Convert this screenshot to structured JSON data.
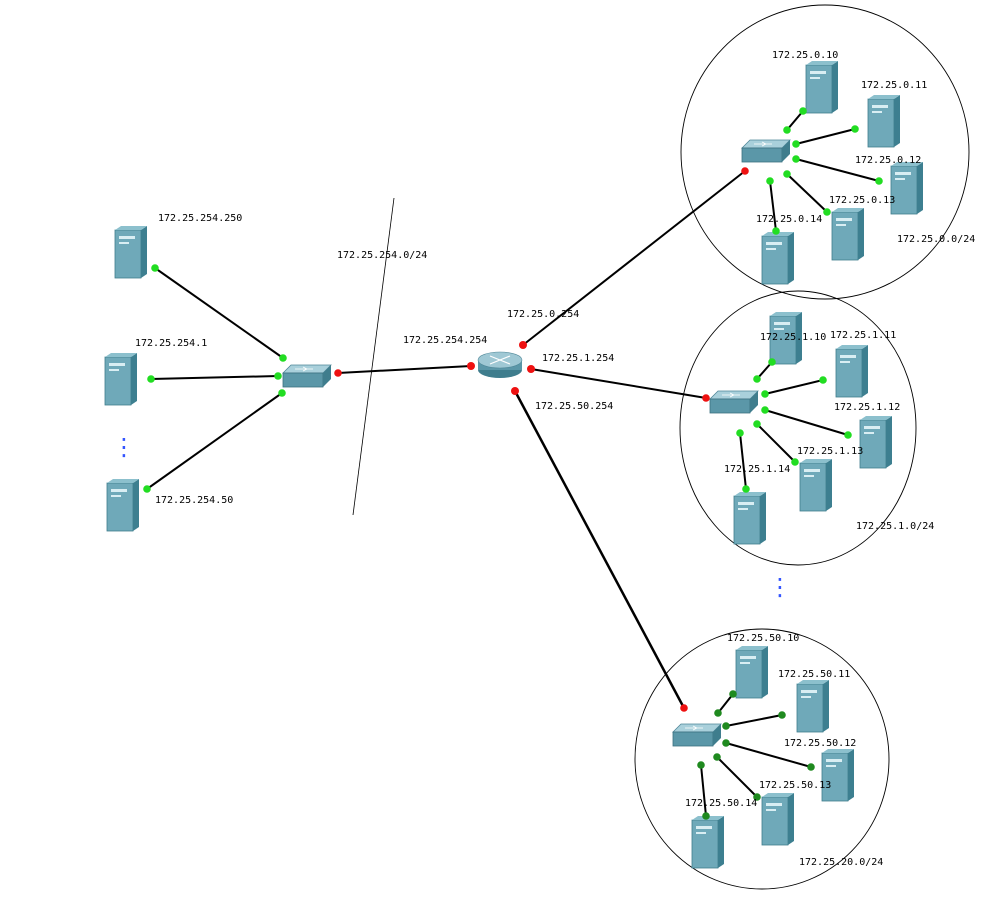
{
  "colors": {
    "link": "#000000",
    "port_up": "#22dd22",
    "port_up_dark": "#1f8a1f",
    "port_down": "#ee1111",
    "server_front": "#6fa9b9",
    "server_side": "#3d7f90",
    "switch_top": "#9fc8d4",
    "switch_front": "#5b97a8"
  },
  "left_lan": {
    "network_label": "172.25.254.0/24",
    "hosts": [
      {
        "ip": "172.25.254.250"
      },
      {
        "ip": "172.25.254.1"
      },
      {
        "ip": "172.25.254.50"
      }
    ],
    "ellipsis": "⋮"
  },
  "router": {
    "icon": "router-icon",
    "if_left": "172.25.254.254",
    "if_top": "172.25.0.254",
    "if_mid": "172.25.1.254",
    "if_bottom": "172.25.50.254"
  },
  "subnets": [
    {
      "network_label": "172.25.0.0/24",
      "hosts": [
        "172.25.0.10",
        "172.25.0.11",
        "172.25.0.12",
        "172.25.0.13",
        "172.25.0.14"
      ]
    },
    {
      "network_label": "172.25.1.0/24",
      "hosts": [
        "172.25.1.10",
        "172.25.1.11",
        "172.25.1.12",
        "172.25.1.13",
        "172.25.1.14"
      ]
    },
    {
      "network_label": "172.25.20.0/24",
      "hosts": [
        "172.25.50.10",
        "172.25.50.11",
        "172.25.50.12",
        "172.25.50.13",
        "172.25.50.14"
      ]
    }
  ],
  "subnet_ellipsis": "⋮"
}
